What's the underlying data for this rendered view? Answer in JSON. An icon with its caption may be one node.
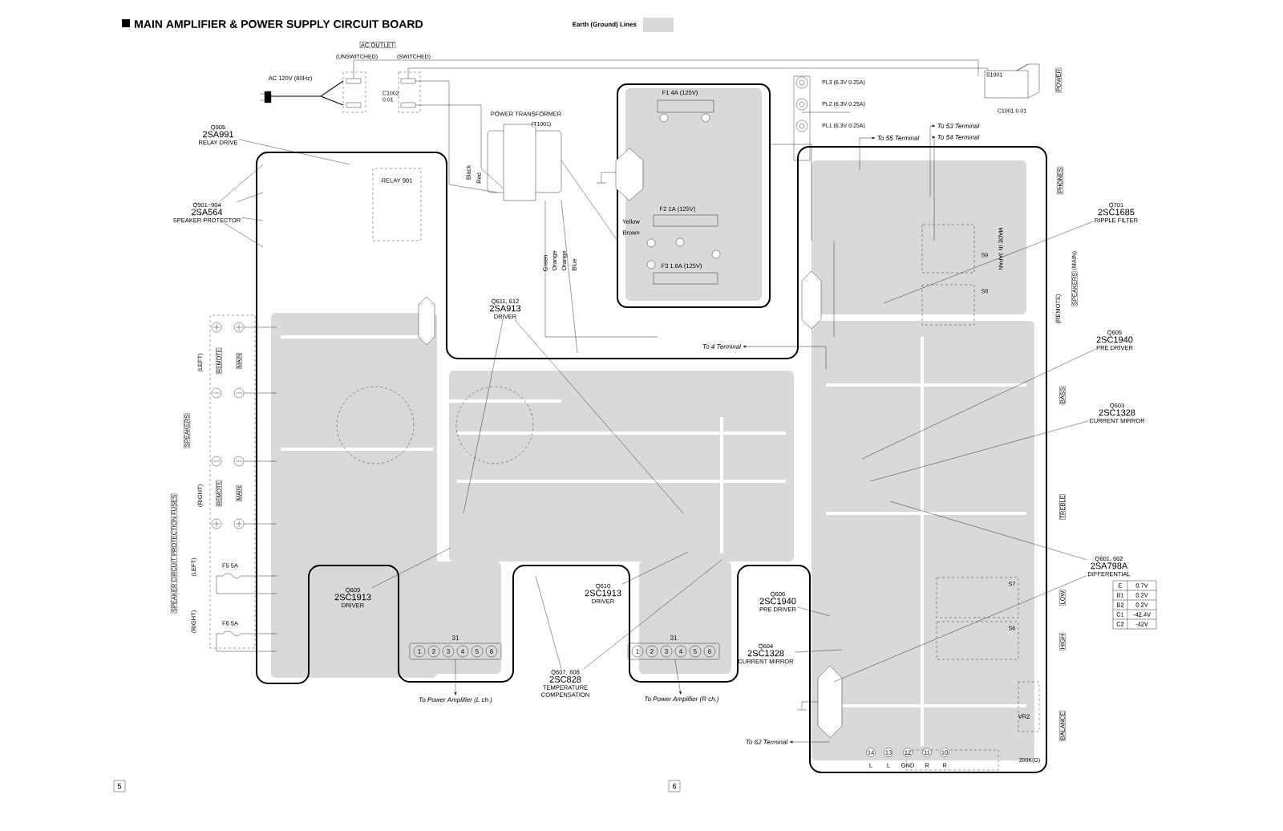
{
  "diagram": {
    "title": "MAIN AMPLIFIER & POWER SUPPLY CIRCUIT BOARD",
    "nodes": [
      {
        "text": [
          "Q905",
          "2SA991",
          "RELAY DRIVE"
        ]
      },
      {
        "text": [
          "Q901~904",
          "2SA564",
          "SPEAKER PROTECTOR"
        ]
      },
      {
        "text": [
          "Q611, 612",
          "2SA913",
          "DRIVER"
        ]
      },
      {
        "text": [
          "Q609",
          "2SC1913",
          "DRIVER"
        ]
      },
      {
        "text": [
          "Q610",
          "2SC1913",
          "DRIVER"
        ]
      },
      {
        "text": [
          "Q607, 608",
          "2SC828",
          "TEMPERATURE COMPENSATION"
        ]
      },
      {
        "text": [
          "Q606",
          "2SC1940",
          "PRE DRIVER"
        ]
      },
      {
        "text": [
          "Q604",
          "2SC1328",
          "CURRENT MIRROR"
        ]
      },
      {
        "text": [
          "Q701",
          "2SC1685",
          "RIPPLE FILTER"
        ]
      },
      {
        "text": [
          "Q605",
          "2SC1940",
          "PRE DRIVER"
        ]
      },
      {
        "text": [
          "Q603",
          "2SC1328",
          "CURRENT MIRROR"
        ]
      },
      {
        "text": [
          "Q601, 602",
          "2SA798A",
          "DIFFERENTIAL"
        ]
      },
      {
        "text": [
          "To 55 Terminal"
        ]
      },
      {
        "text": [
          "To 53 Terminal"
        ]
      },
      {
        "text": [
          "To 54 Terminal"
        ]
      },
      {
        "text": [
          "To 4 Terminal"
        ]
      },
      {
        "text": [
          "To 62 Terminal"
        ]
      },
      {
        "text": [
          "1",
          "2",
          "3",
          "4",
          "5",
          "6"
        ],
        "beside": [
          "31"
        ]
      },
      {
        "text": [
          "To Power Amplifier (L ch.)"
        ]
      },
      {
        "text": [
          "1",
          "2",
          "3",
          "4",
          "5",
          "6"
        ],
        "beside": [
          "31"
        ]
      },
      {
        "text": [
          "To Power Amplifier (R ch.)"
        ]
      }
    ],
    "edges": [
      {
        "from": 0,
        "to": null,
        "arrow": "none"
      },
      {
        "from": 1,
        "to": null,
        "arrow": "none"
      },
      {
        "from": 1,
        "to": null,
        "arrow": "none"
      },
      {
        "from": 1,
        "to": null,
        "arrow": "none"
      },
      {
        "from": 1,
        "to": null,
        "arrow": "none"
      },
      {
        "from": 2,
        "to": null,
        "arrow": "none"
      },
      {
        "from": 2,
        "to": null,
        "arrow": "none"
      },
      {
        "from": 3,
        "to": null,
        "arrow": "none"
      },
      {
        "from": 4,
        "to": null,
        "arrow": "none"
      },
      {
        "from": 5,
        "to": null,
        "arrow": "none"
      },
      {
        "from": 5,
        "to": null,
        "arrow": "none"
      },
      {
        "from": 6,
        "to": null,
        "arrow": "none"
      },
      {
        "from": 7,
        "to": null,
        "arrow": "none"
      },
      {
        "from": 8,
        "to": null,
        "arrow": "none"
      },
      {
        "from": 9,
        "to": null,
        "arrow": "none"
      },
      {
        "from": 10,
        "to": null,
        "arrow": "none"
      },
      {
        "from": 11,
        "to": null,
        "arrow": "none"
      },
      {
        "from": 11,
        "to": null,
        "arrow": "none"
      },
      {
        "from": null,
        "to": 12,
        "arrow": "to"
      },
      {
        "from": null,
        "to": 13,
        "arrow": "to"
      },
      {
        "from": null,
        "to": 14,
        "arrow": "to"
      },
      {
        "from": null,
        "to": 15,
        "arrow": "to"
      },
      {
        "from": null,
        "to": 16,
        "arrow": "to"
      },
      {
        "from": 17,
        "to": 18,
        "arrow": "to"
      },
      {
        "from": 19,
        "to": 20,
        "arrow": "to"
      }
    ],
    "labels": [
      "AC OUTLET",
      "(UNSWITCHED)",
      "(SWITCHED)",
      "AC 120V (60Hz)",
      "C1002 0.01",
      "POWER TRANSFORMER",
      "(T1001)",
      "F1 4A (125V)",
      "F2 1A (125V)",
      "F3 1.6A (125V)",
      "S1001",
      "C1001 0.01",
      "POWER",
      "PL3 (6.3V 0.25A)",
      "PL2 (6.3V 0.25A)",
      "PL1 (6.3V 0.25A)",
      "PHONES",
      "(MAIN)",
      "SPEAKERS",
      "(REMOTE)",
      "BASS",
      "TREBLE",
      "LOW",
      "HIGH",
      "BALANCE",
      "E",
      "0.7V",
      "B1",
      "0.2V",
      "B2",
      "0.2V",
      "C1",
      "-42.4V",
      "C2",
      "-42V",
      "(LEFT)",
      "REMOTE",
      "MAIN",
      "SPEAKERS",
      "(RIGHT)",
      "REMOTE",
      "MAIN",
      "SPEAKER CIRCUIT PROTECTION FUSES",
      "(LEFT)",
      "(RIGHT)",
      "F5 5A",
      "F6 5A",
      "RELAY 901",
      "Black",
      "Red",
      "Yellow",
      "Brown",
      "Green",
      "Orange",
      "Orange",
      "Blue",
      "MADE IN JAPAN",
      "VR2",
      "200K(G)",
      "L",
      "L",
      "GND",
      "R",
      "R",
      "14",
      "13",
      "12",
      "11",
      "10",
      "5",
      "6",
      "S9",
      "S8",
      "S7",
      "S6"
    ],
    "legend": [
      {
        "text": "Earth (Ground) Lines",
        "color": "#d9d9d9"
      }
    ]
  }
}
